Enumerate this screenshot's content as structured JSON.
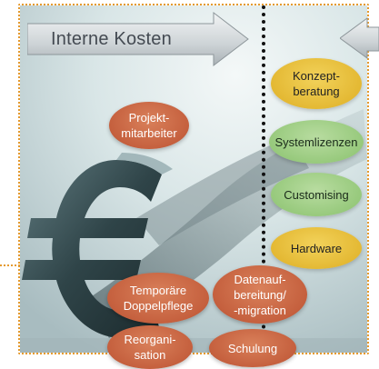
{
  "header": {
    "left_arrow_label": "Interne Kosten"
  },
  "internal_costs": [
    {
      "label": "Projekt-mitarbeiter",
      "lines": [
        "Projekt-",
        "mitarbeiter"
      ]
    },
    {
      "label": "Temporäre Doppelpflege",
      "lines": [
        "Temporäre",
        "Doppelpflege"
      ]
    },
    {
      "label": "Datenaufbereitung/-migration",
      "lines": [
        "Datenauf-",
        "bereitung/",
        "-migration"
      ]
    },
    {
      "label": "Reorganisation",
      "lines": [
        "Reorgani-",
        "sation"
      ]
    },
    {
      "label": "Schulung",
      "lines": [
        "Schulung"
      ]
    }
  ],
  "external_costs": [
    {
      "label": "Konzeptberatung",
      "lines": [
        "Konzept-",
        "beratung"
      ]
    },
    {
      "label": "Systemlizenzen",
      "lines": [
        "Systemlizenzen"
      ]
    },
    {
      "label": "Customising",
      "lines": [
        "Customising"
      ]
    },
    {
      "label": "Hardware",
      "lines": [
        "Hardware"
      ]
    }
  ],
  "colors": {
    "internal_oval": "#c5603e",
    "konzept_oval": "#e3b731",
    "green_oval": "#95c87a",
    "hardware_oval": "#e3b731",
    "frame_border": "#e59a2e",
    "divider": "#111111"
  },
  "icons": {
    "background": "euro-sign-sculpture-image",
    "header_left": "arrow-right-shape",
    "header_right": "arrow-right-shape"
  }
}
